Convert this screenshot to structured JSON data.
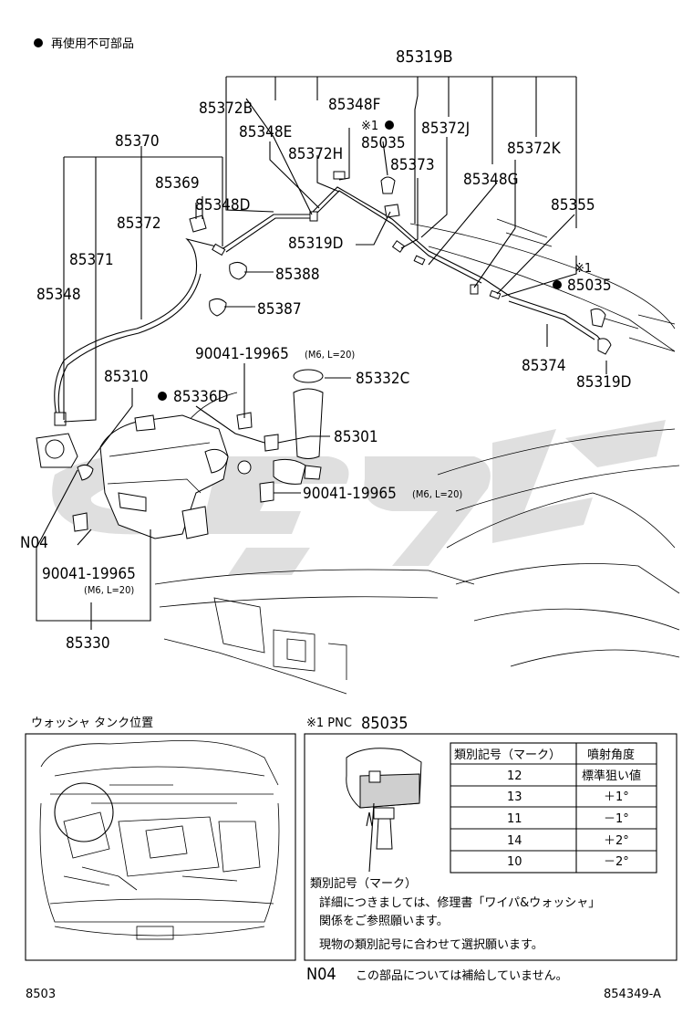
{
  "legend": {
    "text": "再使用不可部品"
  },
  "parts": {
    "p85319B": "85319B",
    "p85372B": "85372B",
    "p85348F": "85348F",
    "p85348E": "85348E",
    "p85372H": "85372H",
    "p85035a": "85035",
    "p85372J": "85372J",
    "p85372K": "85372K",
    "p85373": "85373",
    "p85348G": "85348G",
    "p85355": "85355",
    "p85370": "85370",
    "p85369": "85369",
    "p85348D": "85348D",
    "p85372": "85372",
    "p85319D_a": "85319D",
    "p85371": "85371",
    "p85388": "85388",
    "p85035b": "85035",
    "p85348": "85348",
    "p85387": "85387",
    "p85374": "85374",
    "p85319D_b": "85319D",
    "p90041a": "90041-19965",
    "p90041a_spec": "(M6, L=20)",
    "p85332C": "85332C",
    "p85310": "85310",
    "p85336D": "85336D",
    "p85301": "85301",
    "p90041b": "90041-19965",
    "p90041b_spec": "(M6, L=20)",
    "pN04": "N04",
    "p90041c": "90041-19965",
    "p90041c_spec": "(M6, L=20)",
    "p85330": "85330"
  },
  "notes": {
    "mark1": "※1",
    "mark2": "※1"
  },
  "inset_left": {
    "title": "ウォッシャ タンク位置"
  },
  "inset_right": {
    "title_prefix": "※1 PNC",
    "title_pnc": "85035",
    "table_headers": [
      "類別記号（マーク）",
      "噴射角度"
    ],
    "table_rows": [
      [
        "12",
        "標準狙い値"
      ],
      [
        "13",
        "＋1°"
      ],
      [
        "11",
        "－1°"
      ],
      [
        "14",
        "＋2°"
      ],
      [
        "10",
        "－2°"
      ]
    ],
    "mark_label": "類別記号（マーク）",
    "note_line1": "詳細につきましては、修理書「ワイパ&ウォッシャ」",
    "note_line2": "関係をご参照願います。",
    "note_line3": "現物の類別記号に合わせて選択願います。"
  },
  "footer": {
    "n04_label": "N04",
    "n04_text": "この部品については補給していません。",
    "left_code": "8503",
    "right_code": "854349-A"
  }
}
